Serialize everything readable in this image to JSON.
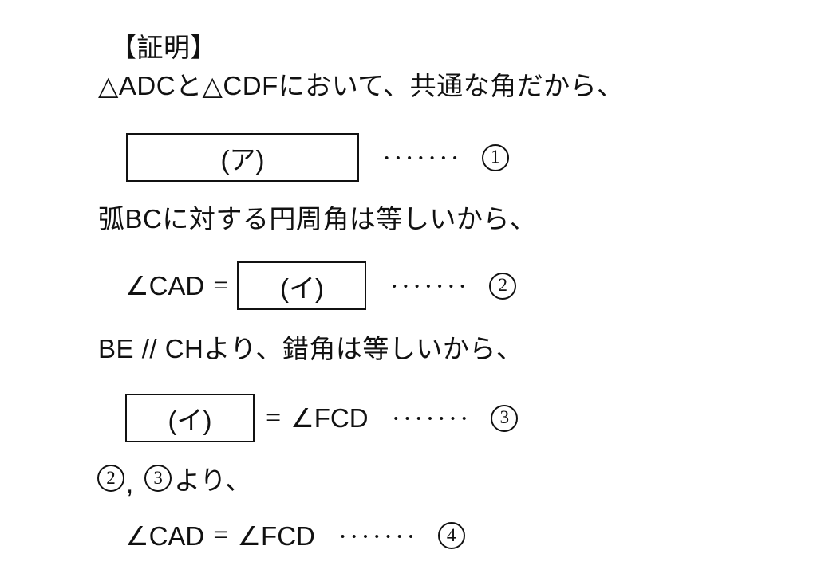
{
  "colors": {
    "background": "#ffffff",
    "ink": "#111111"
  },
  "proof": {
    "heading": "【証明】",
    "intro": "△ADCと△CDFにおいて、共通な角だから、",
    "step1": {
      "blank": "(ア)",
      "dots": "•••••••",
      "num": "1"
    },
    "arc_line": "弧BCに対する円周角は等しいから、",
    "step2": {
      "lhs": "∠CAD",
      "eq": "=",
      "blank": "(イ)",
      "dots": "•••••••",
      "num": "2"
    },
    "parallel_line": "BE // CHより、錯角は等しいから、",
    "step3": {
      "blank": "(イ)",
      "eq": "=",
      "rhs": "∠FCD",
      "dots": "•••••••",
      "num": "3"
    },
    "refs_line": {
      "ref1": "2",
      "comma": ",",
      "ref2": "3",
      "tail": "より、"
    },
    "step4": {
      "lhs": "∠CAD",
      "eq": "=",
      "rhs": "∠FCD",
      "dots": "•••••••",
      "num": "4"
    }
  }
}
